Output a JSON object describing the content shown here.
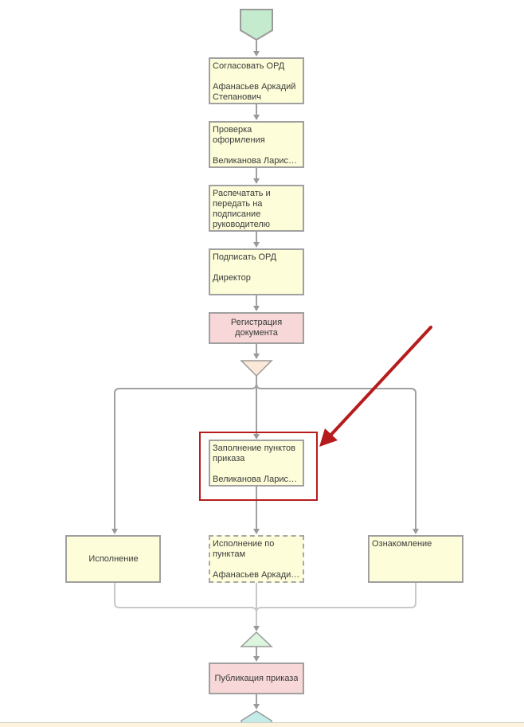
{
  "diagram": {
    "start": {
      "shape": "start-pentagon",
      "color": "#c5ebcf"
    },
    "nodes": [
      {
        "id": "approve",
        "type": "task",
        "title": "Согласовать ОРД",
        "assignee": "Афанасьев Аркадий Степанович (Дирекц..."
      },
      {
        "id": "check",
        "type": "task",
        "title": [
          "Проверка",
          "оформления"
        ],
        "assignee": "Великанова Лариса ..."
      },
      {
        "id": "print",
        "type": "task",
        "title": [
          "Распечатать и",
          "передать на",
          "подписание",
          "руководителю"
        ]
      },
      {
        "id": "sign",
        "type": "task",
        "title": "Подписать ОРД",
        "assignee": "Директор"
      },
      {
        "id": "register",
        "type": "registration",
        "title": [
          "Регистрация",
          "документа"
        ]
      },
      {
        "id": "fill",
        "type": "task",
        "title": [
          "Заполнение пунктов",
          "приказа"
        ],
        "assignee": "Великанова Лариса ..."
      },
      {
        "id": "exec",
        "type": "task",
        "title": "Исполнение"
      },
      {
        "id": "exec-points",
        "type": "task-dashed",
        "title": [
          "Исполнение по",
          "пунктам"
        ],
        "assignee": "Афанасьев Аркадий ..."
      },
      {
        "id": "familiarize",
        "type": "task",
        "title": "Ознакомление"
      },
      {
        "id": "publish",
        "type": "registration",
        "title": "Публикация приказа"
      }
    ],
    "split_gateway": {
      "shape": "triangle-down",
      "color": "#fbe8d6"
    },
    "join_gateway": {
      "shape": "triangle-up",
      "color": "#dcf5dd"
    },
    "end": {
      "shape": "end-pentagon",
      "color": "#c3ebe8"
    },
    "colors": {
      "task_fill": "#fdfdd9",
      "registration_fill": "#f7d7d7",
      "border": "#a0a0a0",
      "connector": "#a0a0a0",
      "highlight": "#b71c1c"
    },
    "annotation": {
      "type": "highlight-box-with-arrow",
      "target": "fill"
    }
  }
}
